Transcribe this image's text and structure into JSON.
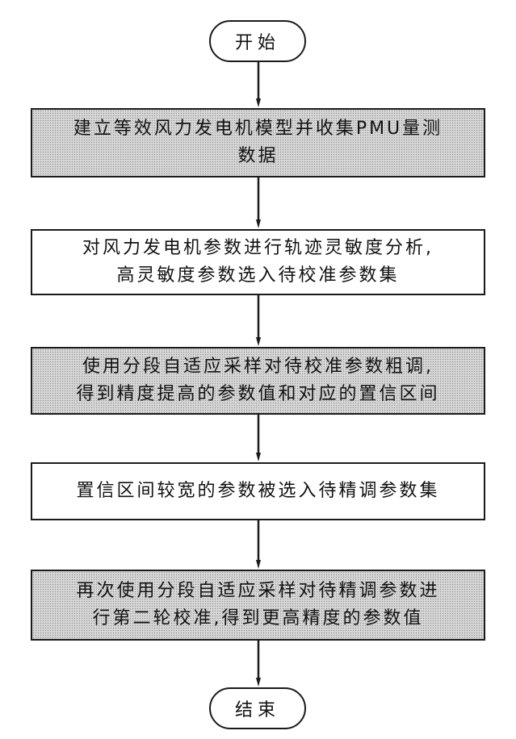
{
  "flowchart": {
    "start_label": "开始",
    "end_label": "结束",
    "steps": [
      {
        "line1": "建立等效风力发电机模型并收集PMU量测",
        "line2": "数据"
      },
      {
        "line1": "对风力发电机参数进行轨迹灵敏度分析,",
        "line2": "高灵敏度参数选入待校准参数集"
      },
      {
        "line1": "使用分段自适应采样对待校准参数粗调,",
        "line2": "得到精度提高的参数值和对应的置信区间"
      },
      {
        "line1": "置信区间较宽的参数被选入待精调参数集"
      },
      {
        "line1": "再次使用分段自适应采样对待精调参数进",
        "line2": "行第二轮校准,得到更高精度的参数值"
      }
    ]
  }
}
